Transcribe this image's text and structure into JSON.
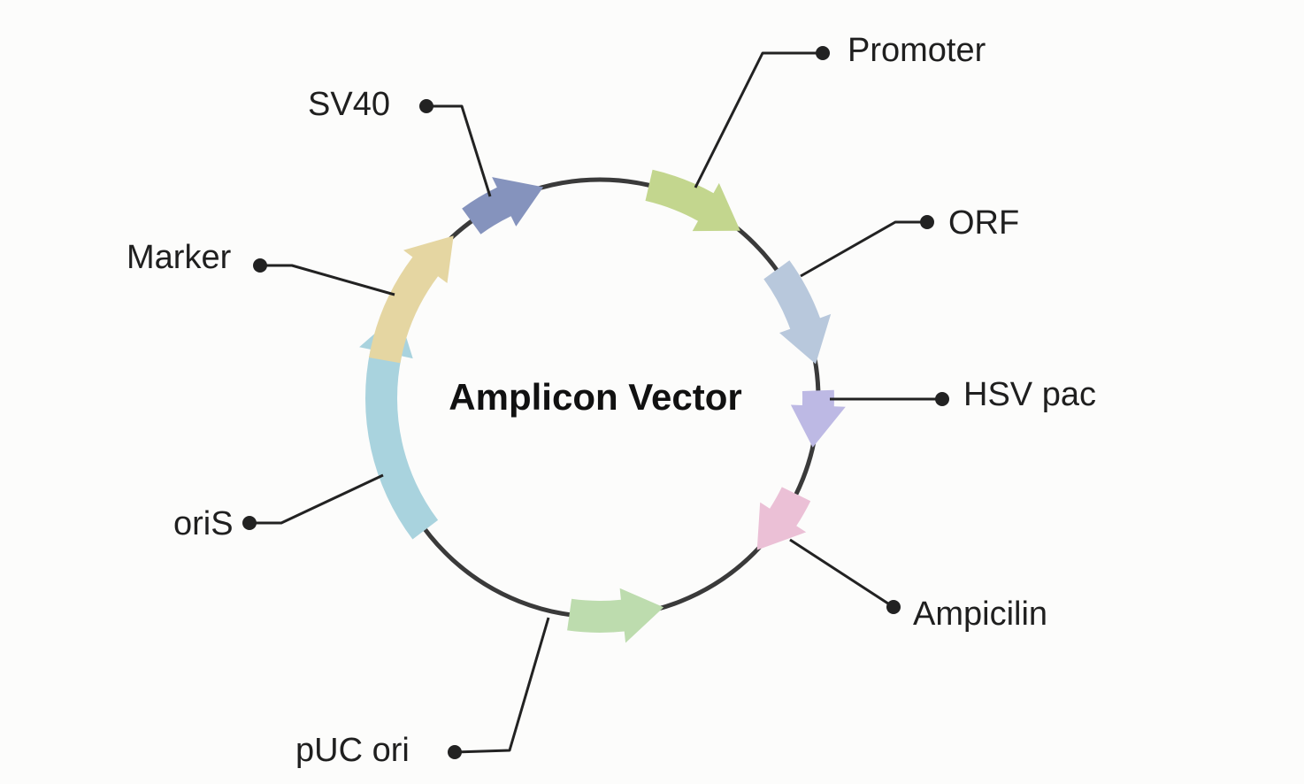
{
  "title": "Amplicon Vector",
  "colors": {
    "background": "#fcfcfb",
    "backbone": "#3a3a3a",
    "leader": "#222222",
    "text": "#1f1f1f"
  },
  "features": [
    {
      "id": "promoter",
      "label": "Promoter",
      "color": "#c3d68e"
    },
    {
      "id": "orf",
      "label": "ORF",
      "color": "#b8c8dc"
    },
    {
      "id": "hsv-pac",
      "label": "HSV pac",
      "color": "#bdb9e4"
    },
    {
      "id": "ampicilin",
      "label": "Ampicilin",
      "color": "#ebc0d6"
    },
    {
      "id": "puc-ori",
      "label": "pUC ori",
      "color": "#bddcae"
    },
    {
      "id": "oris",
      "label": "oriS",
      "color": "#a9d3de"
    },
    {
      "id": "marker",
      "label": "Marker",
      "color": "#e5d6a2"
    },
    {
      "id": "sv40",
      "label": "SV40",
      "color": "#8593bd"
    }
  ]
}
